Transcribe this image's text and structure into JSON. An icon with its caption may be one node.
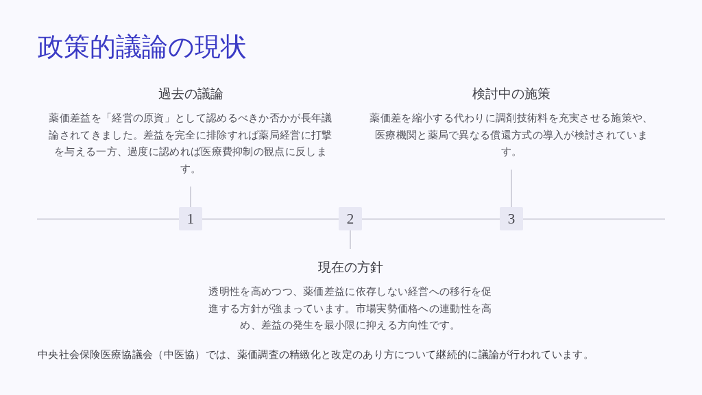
{
  "diagram": {
    "title": "政策的議論の現状",
    "nodes": [
      {
        "text": [
          "過去の議論",
          "薬価差益を「経営の原資」として認めるべきか否かが長年議論されてきました。差益を完全に排除すれば薬局経営に打撃を与える一方、過度に認めれば医療費抑制の観点に反します。"
        ]
      },
      {
        "text": [
          "検討中の施策",
          "薬価差を縮小する代わりに調剤技術料を充実させる施策や、医療機関と薬局で異なる償還方式の導入が検討されています。"
        ]
      },
      {
        "text": [
          "1"
        ]
      },
      {
        "text": [
          "2"
        ]
      },
      {
        "text": [
          "3"
        ]
      },
      {
        "text": [
          "現在の方針",
          "透明性を高めつつ、薬価差益に依存しない経営への移行を促進する方針が強まっています。市場実勢価格への連動性を高め、差益の発生を最小限に抑える方向性です。"
        ]
      }
    ],
    "edges": [
      {
        "from": 2,
        "to": 0,
        "arrow": "none"
      },
      {
        "from": 3,
        "to": 5,
        "arrow": "none"
      },
      {
        "from": 4,
        "to": 1,
        "arrow": "none"
      }
    ],
    "labels": [
      "中央社会保険医療協議会（中医協）では、薬価調査の精緻化と改定のあり方について継続的に議論が行われています。"
    ]
  }
}
